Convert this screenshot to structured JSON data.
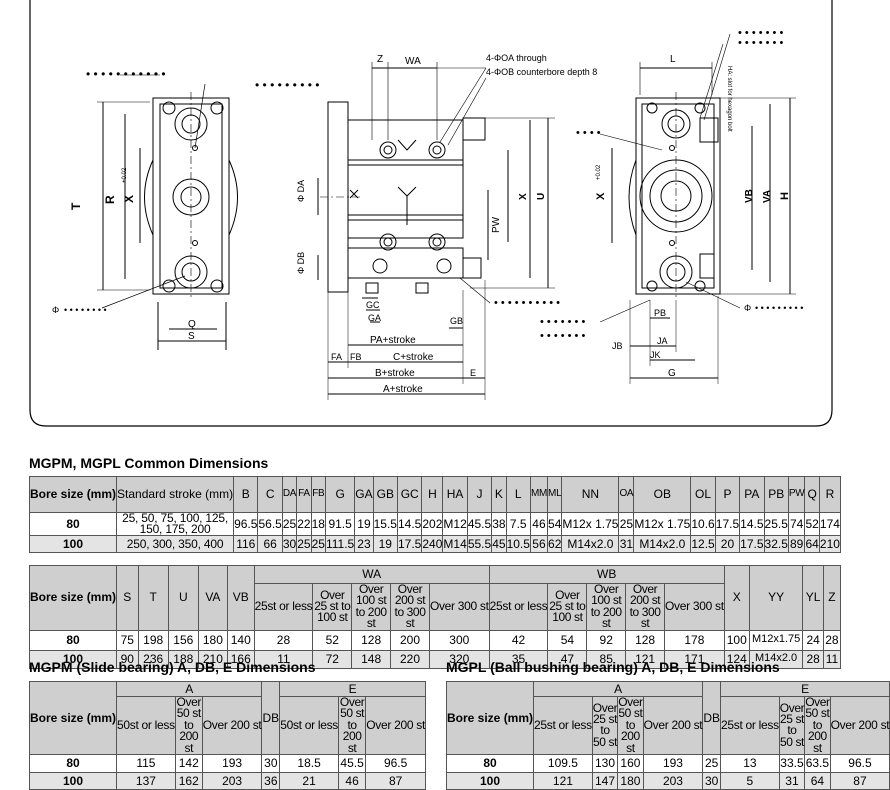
{
  "drawing": {
    "labels": {
      "t": "T",
      "r": "R",
      "x1": "X",
      "tol": "+0.02",
      "q": "Q",
      "s": "S",
      "phi1": "Φ",
      "z": "Z",
      "wa": "WA",
      "oa_through": "4-ΦOA through",
      "ob_counterbore": "4-ΦOB counterbore depth 8",
      "da": "Φ DA",
      "db": "Φ DB",
      "pw": "PW",
      "x2": "X",
      "u": "U",
      "gc": "GC",
      "ga": "GA",
      "gb": "GB",
      "pa_stroke": "PA+stroke",
      "fa": "FA",
      "fb": "FB",
      "c_stroke": "C+stroke",
      "b_stroke": "B+stroke",
      "a_stroke": "A+stroke",
      "e": "E",
      "l": "L",
      "hexagon_note": "HA: slot for hexagon bolt",
      "x3": "X",
      "vb": "VB",
      "va": "VA",
      "h": "H",
      "pb": "PB",
      "jb": "JB",
      "ja": "JA",
      "jk": "JK",
      "g": "G",
      "phi2": "Φ"
    }
  },
  "common": {
    "title": "MGPM, MGPL Common Dimensions",
    "headers": [
      "Bore size (mm)",
      "Standard stroke (mm)",
      "B",
      "C",
      "DA",
      "FA",
      "FB",
      "G",
      "GA",
      "GB",
      "GC",
      "H",
      "HA",
      "J",
      "K",
      "L",
      "MM",
      "ML",
      "NN",
      "OA",
      "OB",
      "OL",
      "P",
      "PA",
      "PB",
      "PW",
      "Q",
      "R"
    ],
    "rows": [
      [
        "80",
        "25, 50, 75, 100, 125, 150, 175, 200",
        "96.5",
        "56.5",
        "25",
        "22",
        "18",
        "91.5",
        "19",
        "15.5",
        "14.5",
        "202",
        "M12",
        "45.5",
        "38",
        "7.5",
        "46",
        "54",
        "M12x 1.75",
        "25",
        "M12x 1.75",
        "10.6",
        "17.5",
        "14.5",
        "25.5",
        "74",
        "52",
        "174"
      ],
      [
        "100",
        "250, 300, 350, 400",
        "116",
        "66",
        "30",
        "25",
        "25",
        "111.5",
        "23",
        "19",
        "17.5",
        "240",
        "M14",
        "55.5",
        "45",
        "10.5",
        "56",
        "62",
        "M14x2.0",
        "31",
        "M14x2.0",
        "12.5",
        "20",
        "17.5",
        "32.5",
        "89",
        "64",
        "210"
      ]
    ]
  },
  "second": {
    "headers": [
      "Bore size (mm)",
      "S",
      "T",
      "U",
      "VA",
      "VB",
      "WA",
      "WB",
      "X",
      "YY",
      "YL",
      "Z"
    ],
    "wa_sub": [
      "25st or less",
      "Over 25 st to 100 st",
      "Over 100 st to 200 st",
      "Over 200 st to 300 st",
      "Over 300 st"
    ],
    "wb_sub": [
      "25st or less",
      "Over 25 st to 100 st",
      "Over 100 st to 200 st",
      "Over 200 st to 300 st",
      "Over 300 st"
    ],
    "rows": [
      [
        "80",
        "75",
        "198",
        "156",
        "180",
        "140",
        "28",
        "52",
        "128",
        "200",
        "300",
        "42",
        "54",
        "92",
        "128",
        "178",
        "100",
        "M12x1.75",
        "24",
        "28"
      ],
      [
        "100",
        "90",
        "236",
        "188",
        "210",
        "166",
        "11",
        "72",
        "148",
        "220",
        "320",
        "35",
        "47",
        "85",
        "121",
        "171",
        "124",
        "M14x2.0",
        "28",
        "11"
      ]
    ]
  },
  "mgpm": {
    "title": "MGPM (Slide bearing) A, DB, E Dimensions",
    "headers": [
      "Bore size (mm)",
      "A",
      "DB",
      "E"
    ],
    "a_sub": [
      "50st or less",
      "Over 50 st to 200 st",
      "Over 200 st"
    ],
    "e_sub": [
      "50st or less",
      "Over 50 st to 200 st",
      "Over 200 st"
    ],
    "rows": [
      [
        "80",
        "115",
        "142",
        "193",
        "30",
        "18.5",
        "45.5",
        "96.5"
      ],
      [
        "100",
        "137",
        "162",
        "203",
        "36",
        "21",
        "46",
        "87"
      ]
    ]
  },
  "mgpl": {
    "title": "MGPL (Ball bushing bearing) A, DB, E Dimensions",
    "headers": [
      "Bore size (mm)",
      "A",
      "DB",
      "E"
    ],
    "a_sub": [
      "25st or less",
      "Over 25 st to 50 st",
      "Over 50 st to 200 st",
      "Over 200 st"
    ],
    "e_sub": [
      "25st or less",
      "Over 25 st to 50 st",
      "Over 50 st to 200 st",
      "Over 200 st"
    ],
    "rows": [
      [
        "80",
        "109.5",
        "130",
        "160",
        "193",
        "25",
        "13",
        "33.5",
        "63.5",
        "96.5"
      ],
      [
        "100",
        "121",
        "147",
        "180",
        "203",
        "30",
        "5",
        "31",
        "64",
        "87"
      ]
    ]
  }
}
